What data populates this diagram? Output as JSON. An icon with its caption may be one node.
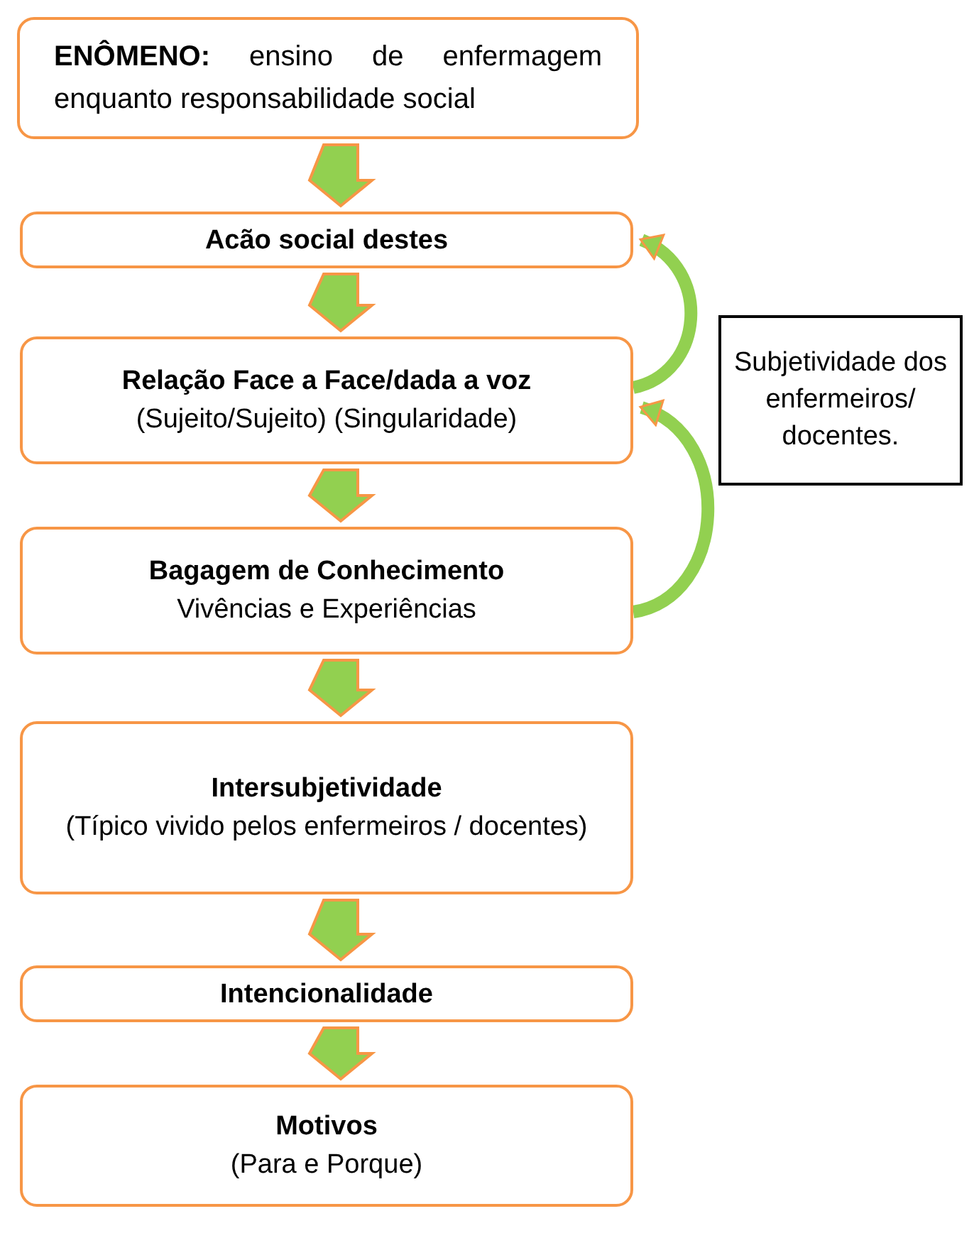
{
  "diagram": {
    "nodes": [
      {
        "text": [
          "**ENÔMENO:** ensino de enfermagem enquanto responsabilidade social"
        ]
      },
      {
        "text": [
          "Acão social destes"
        ]
      },
      {
        "text": [
          "Relação Face a Face/dada a voz",
          "(Sujeito/Sujeito) (Singularidade)"
        ]
      },
      {
        "text": [
          "Bagagem de Conhecimento",
          "Vivências e Experiências"
        ]
      },
      {
        "text": [
          "Intersubjetividade",
          "(Típico vivido pelos enfermeiros / docentes)"
        ]
      },
      {
        "text": [
          "Intencionalidade"
        ]
      },
      {
        "text": [
          "Motivos",
          "(Para e Porque)"
        ]
      },
      {
        "text": [
          "Subjetividade dos enfermeiros/ docentes."
        ]
      }
    ],
    "edges": [
      {
        "from": 0,
        "to": 1,
        "arrow": "to"
      },
      {
        "from": 1,
        "to": 2,
        "arrow": "to"
      },
      {
        "from": 2,
        "to": 3,
        "arrow": "to"
      },
      {
        "from": 3,
        "to": 4,
        "arrow": "to"
      },
      {
        "from": 4,
        "to": 5,
        "arrow": "to"
      },
      {
        "from": 5,
        "to": 6,
        "arrow": "to"
      },
      {
        "from": 2,
        "to": 1,
        "arrow": "to"
      },
      {
        "from": 3,
        "to": 2,
        "arrow": "to"
      }
    ]
  }
}
